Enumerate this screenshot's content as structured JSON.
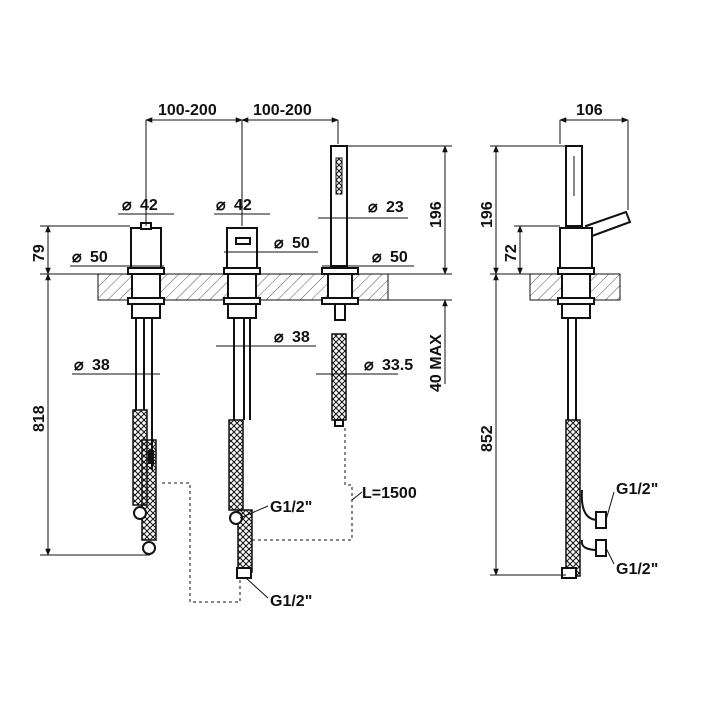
{
  "labels": {
    "spacing_1": "100-200",
    "spacing_2": "100-200",
    "dia_42_a": "42",
    "dia_42_b": "42",
    "dia_23": "23",
    "dia_50_a": "50",
    "dia_50_b": "50",
    "dia_50_c": "50",
    "dia_38_a": "38",
    "dia_38_b": "38",
    "dia_33_5": "33.5",
    "h_79": "79",
    "h_818": "818",
    "h_196_a": "196",
    "h_40max": "40 MAX",
    "h_106": "106",
    "h_196_b": "196",
    "h_72": "72",
    "h_852": "852",
    "conn_1": "G1/2\"",
    "conn_2": "G1/2\"",
    "conn_3": "G1/2\"",
    "conn_4": "G1/2\"",
    "hose_length": "L=1500"
  },
  "diameter_symbol": "⌀"
}
